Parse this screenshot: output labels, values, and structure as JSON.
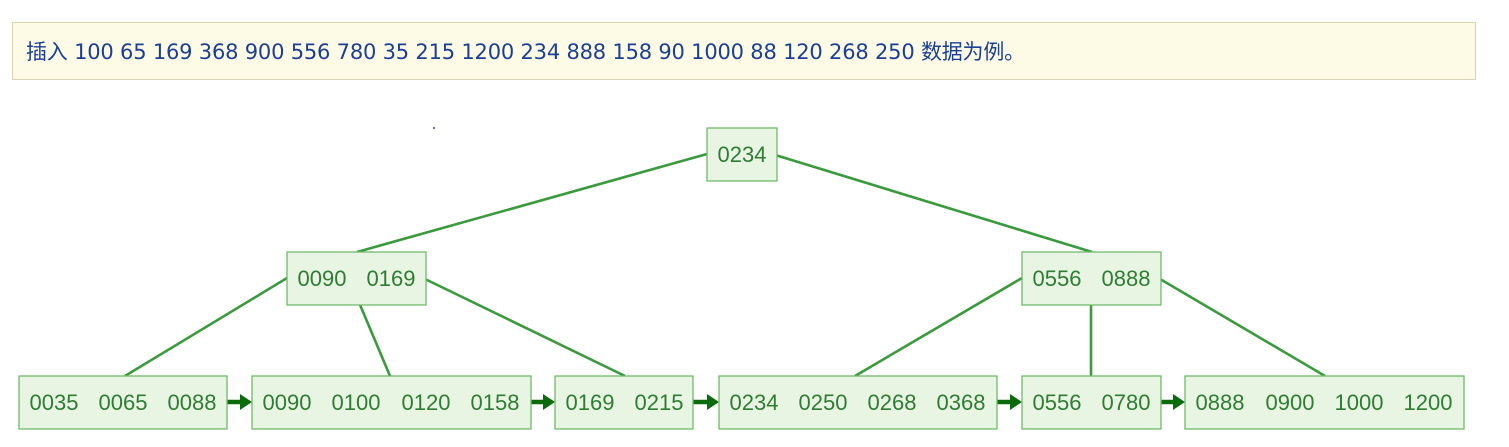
{
  "caption": "插入 100 65 169 368 900 556 780 35 215 1200 234 888 158 90 1000 88 120 268 250 数据为例。",
  "colors": {
    "caption_text": "#1b3f94",
    "caption_bg": "#fdfbe6",
    "node_fill": "#e8f5e3",
    "node_border": "#6fba6a",
    "key_text": "#2e7d32",
    "edge": "#3b9a3e",
    "leaf_link": "#0b6b0b"
  },
  "tree": {
    "root": {
      "keys": [
        "0234"
      ]
    },
    "internal": [
      {
        "keys": [
          "0090",
          "0169"
        ]
      },
      {
        "keys": [
          "0556",
          "0888"
        ]
      }
    ],
    "leaves": [
      {
        "keys": [
          "0035",
          "0065",
          "0088"
        ]
      },
      {
        "keys": [
          "0090",
          "0100",
          "0120",
          "0158"
        ]
      },
      {
        "keys": [
          "0169",
          "0215"
        ]
      },
      {
        "keys": [
          "0234",
          "0250",
          "0268",
          "0368"
        ]
      },
      {
        "keys": [
          "0556",
          "0780"
        ]
      },
      {
        "keys": [
          "0888",
          "0900",
          "1000",
          "1200"
        ]
      }
    ]
  }
}
